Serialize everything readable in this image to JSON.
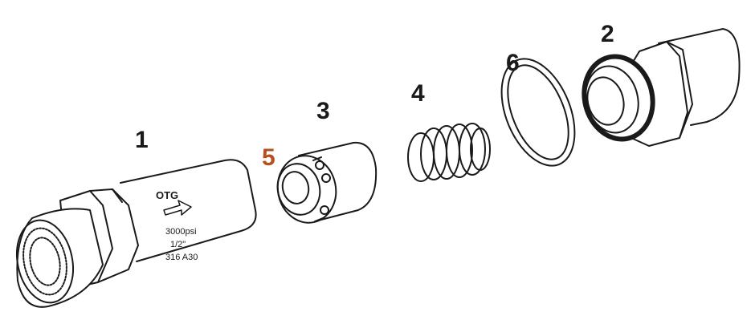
{
  "callouts": {
    "n1": "1",
    "n2": "2",
    "n3": "3",
    "n4": "4",
    "n5": "5",
    "n6": "6"
  },
  "body_marking": {
    "brand": "OTG",
    "pressure": "3000psi",
    "size": "1/2\"",
    "material": "316 A30"
  },
  "colors": {
    "line": "#1a1a1a",
    "callout_5": "#b8501e",
    "background": "#ffffff"
  }
}
